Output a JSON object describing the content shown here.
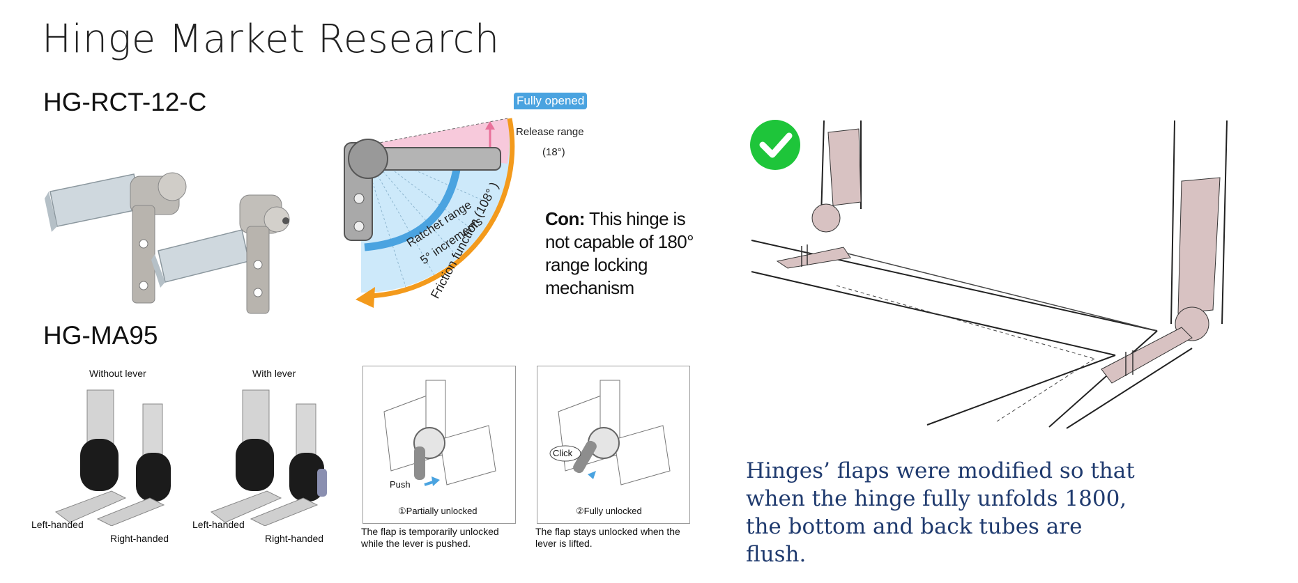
{
  "page": {
    "title": "Hinge Market Research"
  },
  "hinge1": {
    "model": "HG-RCT-12-C",
    "diagram": {
      "fully_opened": "Fully opened",
      "release_range": "Release range",
      "release_angle": "(18°)",
      "ratchet_range": "Ratchet range",
      "increments": "5° increments",
      "friction": "Friction function (108° )"
    },
    "con_label": "Con:",
    "con_text": "This hinge is not capable of 180° range locking mechanism"
  },
  "hinge2": {
    "model": "HG-MA95",
    "without_lever": "Without lever",
    "with_lever": "With lever",
    "left_handed_1": "Left-handed",
    "right_handed_1": "Right-handed",
    "left_handed_2": "Left-handed",
    "right_handed_2": "Right-handed",
    "panel1": {
      "push": "Push",
      "label": "①Partially unlocked",
      "caption": "The flap is temporarily unlocked while the lever is pushed."
    },
    "panel2": {
      "click": "Click",
      "label": "②Fully unlocked",
      "caption": "The flap stays unlocked when the lever is lifted."
    }
  },
  "solution": {
    "check_color": "#1ec53a",
    "caption": "Hinges’ flaps were modified so that when the hinge fully unfolds 1800, the bottom and back tubes are flush."
  },
  "colors": {
    "accent_blue": "#4aa3e0",
    "accent_orange": "#f39a1c",
    "accent_pink": "#e8719a",
    "caption_navy": "#1f3a6e"
  }
}
